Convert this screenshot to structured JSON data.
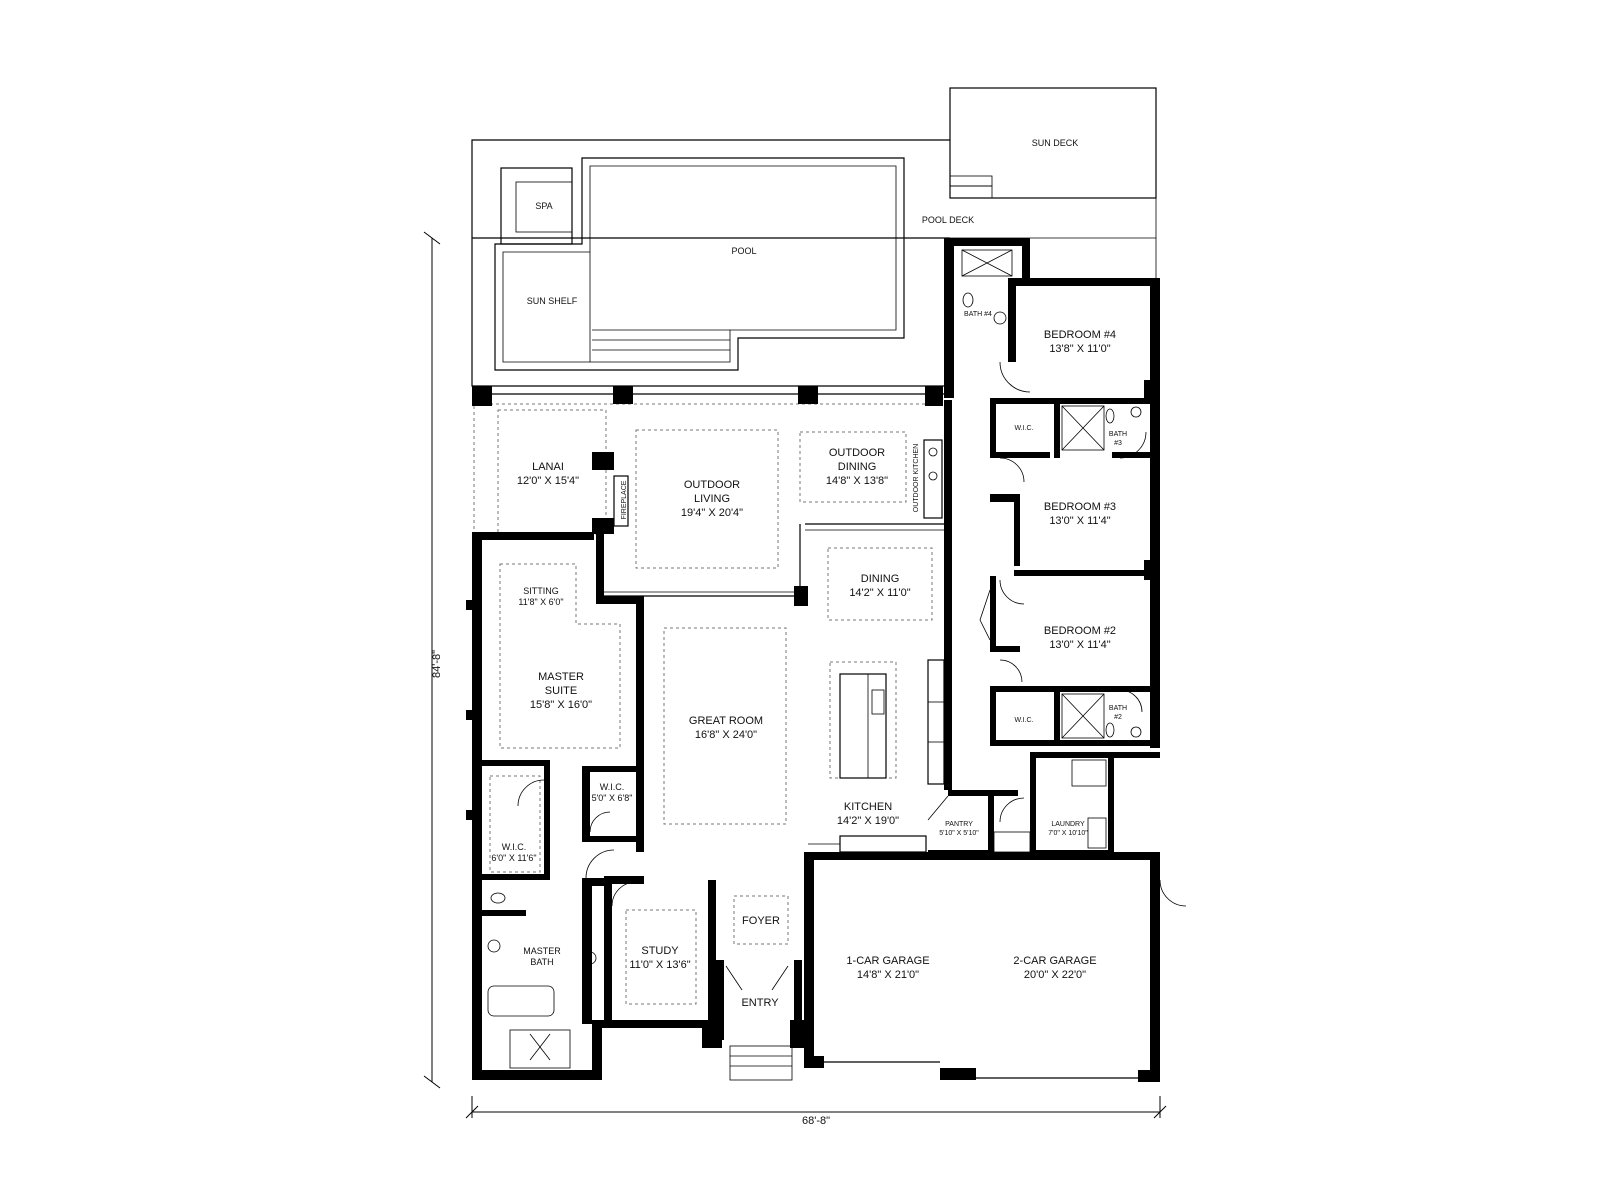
{
  "plan": {
    "rooms": [
      {
        "id": "sun-deck",
        "name": "SUN DECK",
        "size": ""
      },
      {
        "id": "spa",
        "name": "SPA",
        "size": ""
      },
      {
        "id": "pool",
        "name": "POOL",
        "size": ""
      },
      {
        "id": "pool-deck",
        "name": "POOL DECK",
        "size": ""
      },
      {
        "id": "sun-shelf",
        "name": "SUN SHELF",
        "size": ""
      },
      {
        "id": "lanai",
        "name": "LANAI",
        "size": "12'0\" X 15'4\""
      },
      {
        "id": "outdoor-living",
        "name": "OUTDOOR\nLIVING",
        "size": "19'4\" X 20'4\""
      },
      {
        "id": "outdoor-dining",
        "name": "OUTDOOR\nDINING",
        "size": "14'8\" X 13'8\""
      },
      {
        "id": "bath-4",
        "name": "BATH #4",
        "size": ""
      },
      {
        "id": "bedroom-4",
        "name": "BEDROOM #4",
        "size": "13'8\" X 11'0\""
      },
      {
        "id": "wic-bed4",
        "name": "W.I.C.",
        "size": ""
      },
      {
        "id": "bath-3",
        "name": "BATH\n#3",
        "size": ""
      },
      {
        "id": "bedroom-3",
        "name": "BEDROOM #3",
        "size": "13'0\" X 11'4\""
      },
      {
        "id": "bedroom-2",
        "name": "BEDROOM #2",
        "size": "13'0\" X 11'4\""
      },
      {
        "id": "wic-bed2",
        "name": "W.I.C.",
        "size": ""
      },
      {
        "id": "bath-2",
        "name": "BATH\n#2",
        "size": ""
      },
      {
        "id": "dining",
        "name": "DINING",
        "size": "14'2\" X 11'0\""
      },
      {
        "id": "sitting",
        "name": "SITTING",
        "size": "11'8\" X 6'0\""
      },
      {
        "id": "master-suite",
        "name": "MASTER\nSUITE",
        "size": "15'8\" X 16'0\""
      },
      {
        "id": "great-room",
        "name": "GREAT ROOM",
        "size": "16'8\" X 24'0\""
      },
      {
        "id": "wic-master-small",
        "name": "W.I.C.",
        "size": "5'0\" X 6'8\""
      },
      {
        "id": "wic-master",
        "name": "W.I.C.",
        "size": "6'0\" X 11'6\""
      },
      {
        "id": "kitchen",
        "name": "KITCHEN",
        "size": "14'2\" X 19'0\""
      },
      {
        "id": "pantry",
        "name": "PANTRY",
        "size": "5'10\" X 5'10\""
      },
      {
        "id": "laundry",
        "name": "LAUNDRY",
        "size": "7'0\" X 10'10\""
      },
      {
        "id": "master-bath",
        "name": "MASTER\nBATH",
        "size": ""
      },
      {
        "id": "study",
        "name": "STUDY",
        "size": "11'0\" X 13'6\""
      },
      {
        "id": "foyer",
        "name": "FOYER",
        "size": ""
      },
      {
        "id": "entry",
        "name": "ENTRY",
        "size": ""
      },
      {
        "id": "garage-1",
        "name": "1-CAR GARAGE",
        "size": "14'8\" X 21'0\""
      },
      {
        "id": "garage-2",
        "name": "2-CAR GARAGE",
        "size": "20'0\" X 22'0\""
      }
    ],
    "labels": {
      "fireplace": "FIREPLACE",
      "outdoor_kitchen": "OUTDOOR KITCHEN"
    },
    "dimensions": {
      "overall_depth": "84'-8\"",
      "overall_width": "68'-8\""
    }
  }
}
